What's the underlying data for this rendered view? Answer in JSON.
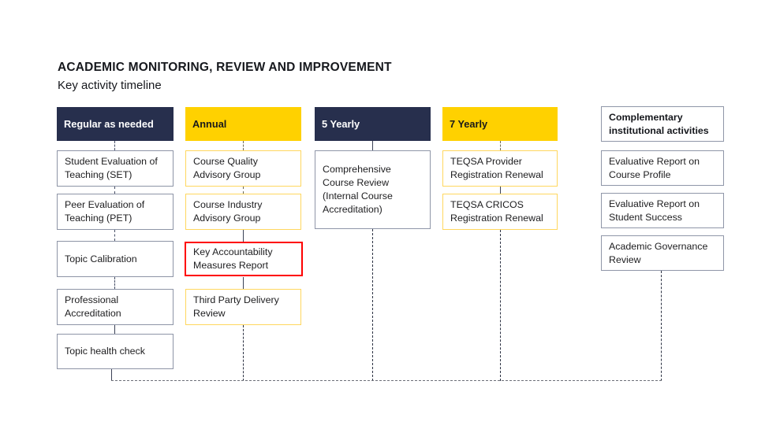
{
  "header": {
    "title": "ACADEMIC MONITORING, REVIEW AND IMPROVEMENT",
    "subtitle": "Key activity timeline"
  },
  "colors": {
    "navy": "#272f4d",
    "yellow": "#ffd100",
    "gold_border": "#ffd75e",
    "highlight_red": "#fe0000",
    "gray_border": "#8f96a8",
    "text": "#1d1d1f",
    "background": "#ffffff"
  },
  "columns": [
    {
      "id": "regular-as-needed",
      "header": "Regular as needed",
      "header_style": "navy",
      "items": [
        "Student Evaluation of\nTeaching (SET)",
        "Peer Evaluation of\nTeaching (PET)",
        "Topic Calibration",
        "Professional\nAccreditation",
        "Topic health check"
      ]
    },
    {
      "id": "annual",
      "header": "Annual",
      "header_style": "yellow",
      "items": [
        "Course Quality\nAdvisory Group",
        "Course Industry\nAdvisory Group",
        "Key Accountability\nMeasures Report",
        "Third Party Delivery\nReview"
      ],
      "highlighted_item_index": 2
    },
    {
      "id": "5-yearly",
      "header": "5 Yearly",
      "header_style": "navy",
      "items": [
        "Comprehensive\nCourse Review\n(Internal Course\nAccreditation)"
      ]
    },
    {
      "id": "7-yearly",
      "header": "7 Yearly",
      "header_style": "yellow",
      "items": [
        "TEQSA Provider\nRegistration Renewal",
        "TEQSA CRICOS\nRegistration Renewal"
      ]
    },
    {
      "id": "complementary",
      "header": "Complementary\ninstitutional activities",
      "header_style": "outline",
      "items": [
        "Evaluative Report on\nCourse Profile",
        "Evaluative Report on\nStudent Success",
        "Academic Governance\nReview"
      ]
    }
  ]
}
